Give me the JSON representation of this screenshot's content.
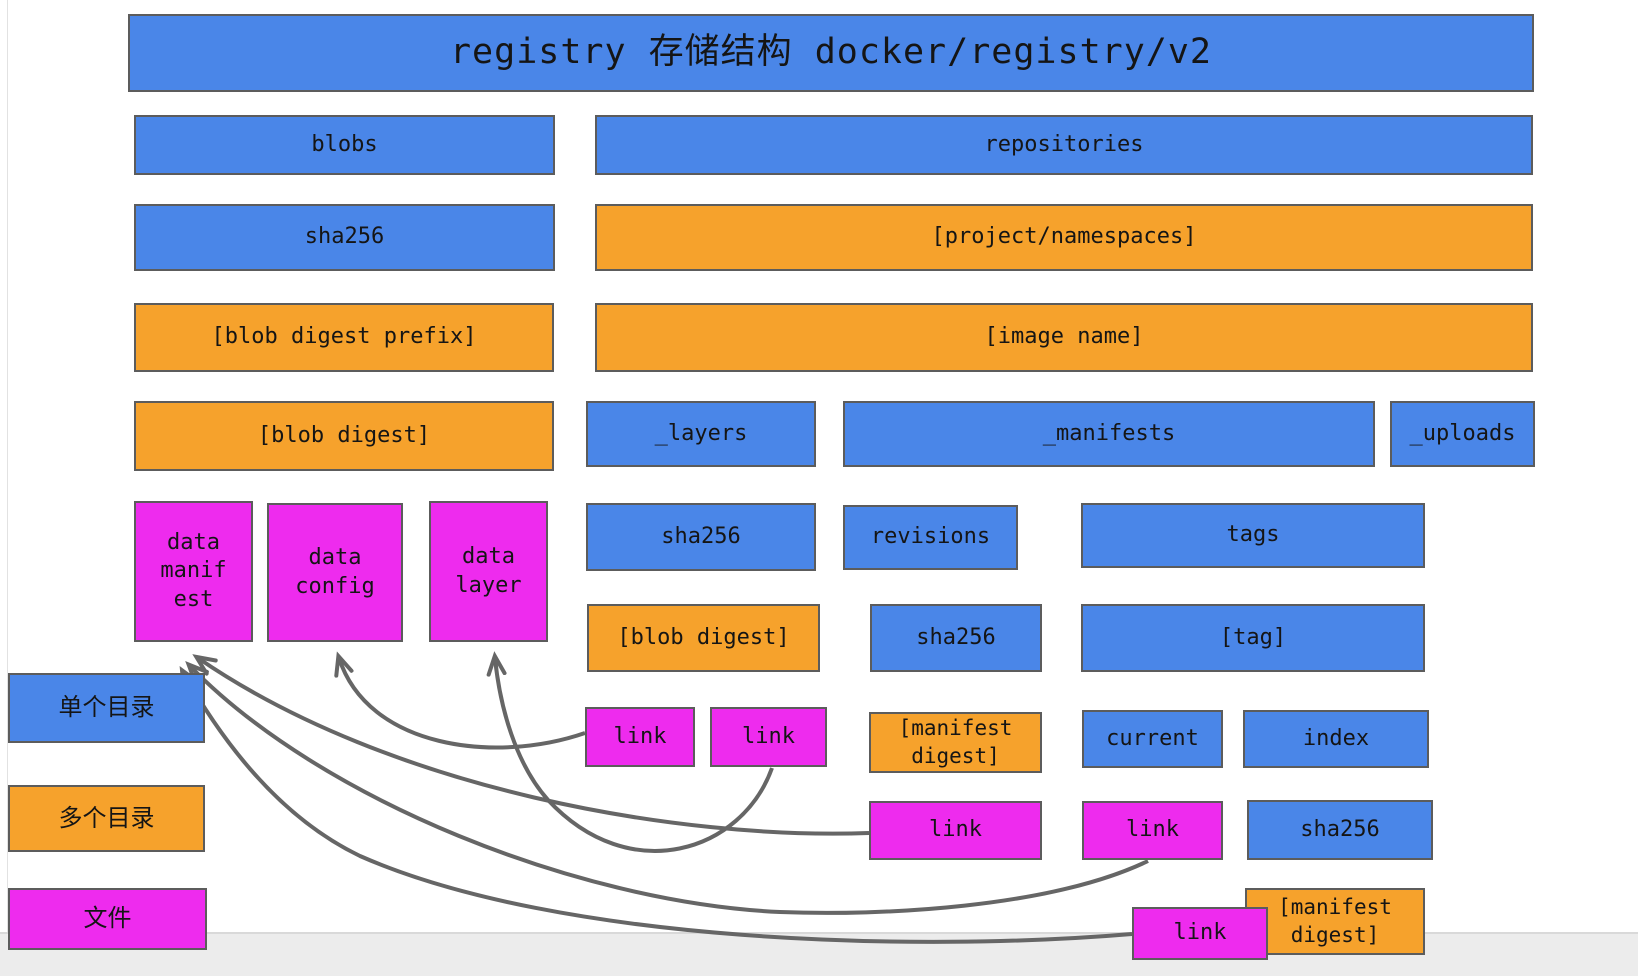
{
  "title": "registry 存储结构 docker/registry/v2",
  "nodes": {
    "blobs": "blobs",
    "repositories": "repositories",
    "sha256_blobs": "sha256",
    "project_namespaces": "[project/namespaces]",
    "blob_digest_prefix": "[blob digest prefix]",
    "image_name": "[image name]",
    "blob_digest": "[blob digest]",
    "layers": "_layers",
    "manifests": "_manifests",
    "uploads": "_uploads",
    "data_manifest": "data manif est",
    "data_config": "data config",
    "data_layer": "data layer",
    "sha256_layers": "sha256",
    "revisions": "revisions",
    "tags": "tags",
    "blob_digest_layers": "[blob digest]",
    "sha256_revisions": "sha256",
    "tag": "[tag]",
    "link_layers_1": "link",
    "link_layers_2": "link",
    "manifest_digest_revisions": "[manifest digest]",
    "current": "current",
    "index": "index",
    "link_revisions": "link",
    "link_current": "link",
    "sha256_index": "sha256",
    "link_index": "link",
    "manifest_digest_index": "[manifest digest]"
  },
  "legend": {
    "single_dir": "单个目录",
    "multi_dir": "多个目录",
    "file": "文件"
  },
  "legend_meaning": {
    "single_dir_color": "#4a86e8",
    "multi_dir_color": "#f6a22c",
    "file_color": "#ee2bee"
  },
  "colors": {
    "blue": "#4a86e8",
    "orange": "#f6a22c",
    "magenta": "#ee2bee",
    "border": "#5c5c5c",
    "arrow": "#666666"
  },
  "edges": [
    {
      "from": "link_layers_1",
      "to": "data_config"
    },
    {
      "from": "link_layers_2",
      "to": "data_layer"
    },
    {
      "from": "link_revisions",
      "to": "data_manifest"
    },
    {
      "from": "link_current",
      "to": "data_manifest"
    },
    {
      "from": "link_index",
      "to": "data_manifest"
    }
  ]
}
